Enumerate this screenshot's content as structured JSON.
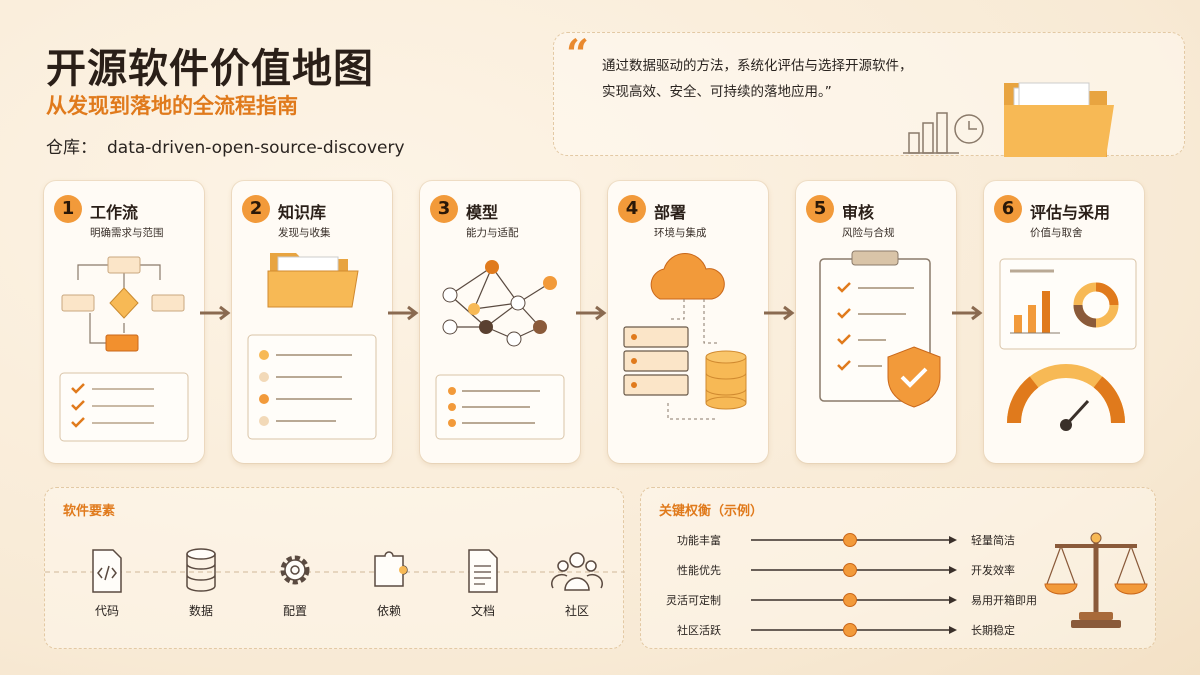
{
  "header": {
    "title": "开源软件价值地图",
    "subtitle": "从发现到落地的全流程指南",
    "repo_label": "仓库：",
    "repo_name": "data-driven-open-source-discovery"
  },
  "quote": {
    "mark": "“",
    "line1": "通过数据驱动的方法，系统化评估与选择开源软件，",
    "line2": "实现高效、安全、可持续的落地应用。”"
  },
  "steps": [
    {
      "num": "1",
      "title": "工作流",
      "sub": "明确需求与范围"
    },
    {
      "num": "2",
      "title": "知识库",
      "sub": "发现与收集"
    },
    {
      "num": "3",
      "title": "模型",
      "sub": "能力与适配"
    },
    {
      "num": "4",
      "title": "部署",
      "sub": "环境与集成"
    },
    {
      "num": "5",
      "title": "审核",
      "sub": "风险与合规"
    },
    {
      "num": "6",
      "title": "评估与采用",
      "sub": "价值与取舍"
    }
  ],
  "elements_panel": {
    "title": "软件要素",
    "items": [
      "代码",
      "数据",
      "配置",
      "依赖",
      "文档",
      "社区"
    ]
  },
  "tradeoffs_panel": {
    "title": "关键权衡（示例）",
    "rows": [
      {
        "left": "功能丰富",
        "right": "轻量简洁",
        "position": 0.5
      },
      {
        "left": "性能优先",
        "right": "开发效率",
        "position": 0.5
      },
      {
        "left": "灵活可定制",
        "right": "易用开箱即用",
        "position": 0.5
      },
      {
        "left": "社区活跃",
        "right": "长期稳定",
        "position": 0.5
      }
    ]
  },
  "colors": {
    "accent": "#f29a3a",
    "accent_dark": "#e07a1c",
    "folder": "#f7b955",
    "brown": "#8a5a3a"
  }
}
